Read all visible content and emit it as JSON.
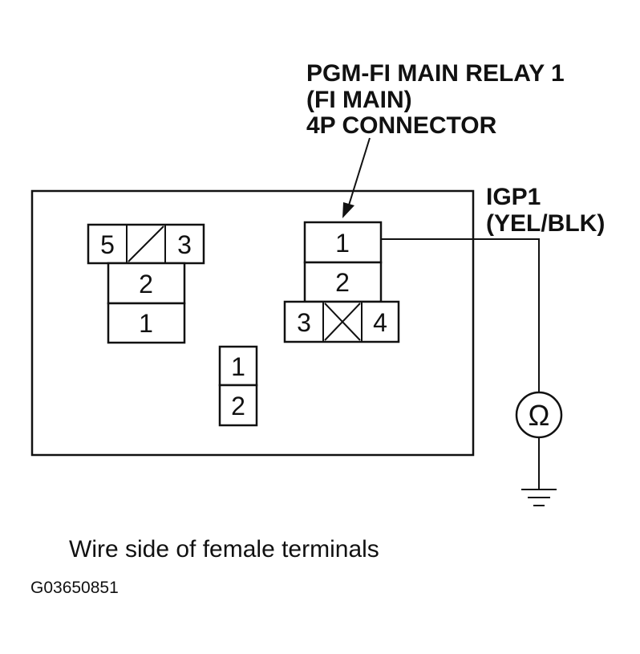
{
  "callout": {
    "line1": "PGM-FI MAIN RELAY 1",
    "line2": "(FI MAIN)",
    "line3": "4P CONNECTOR"
  },
  "wire": {
    "name": "IGP1",
    "color_code": "(YEL/BLK)"
  },
  "connector_left": {
    "top_left": "5",
    "top_right": "3",
    "middle": "2",
    "bottom": "1"
  },
  "connector_small": {
    "top": "1",
    "bottom": "2"
  },
  "connector_main": {
    "top": "1",
    "middle": "2",
    "bottom_left": "3",
    "bottom_right": "4"
  },
  "meter_symbol": "Ω",
  "caption": "Wire side of female terminals",
  "figure_code": "G03650851"
}
